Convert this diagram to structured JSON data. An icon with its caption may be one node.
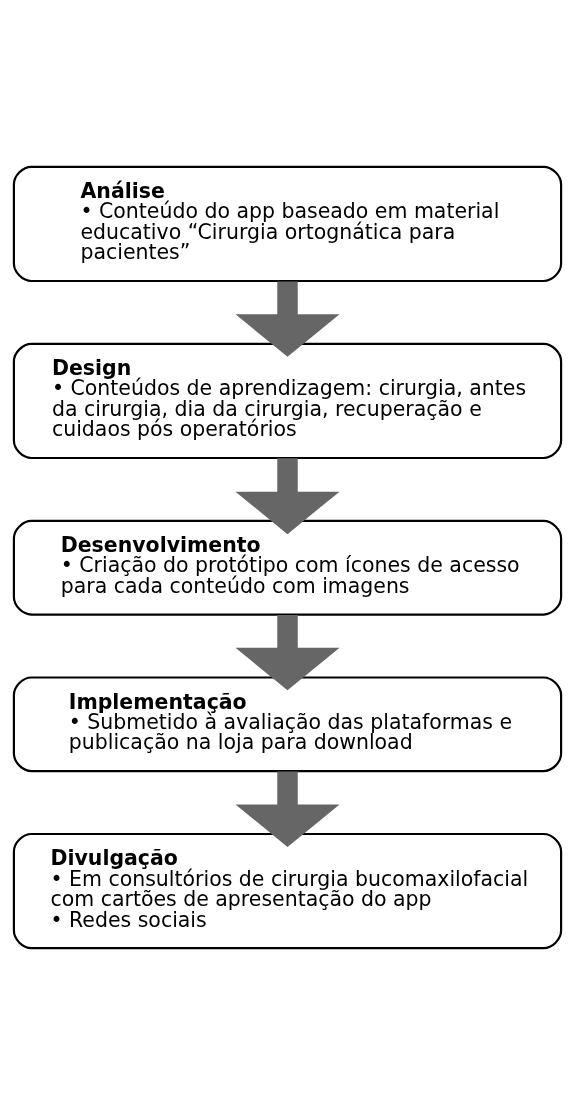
{
  "diagram": {
    "nodes": [
      {
        "text": [
          "Análise",
          "• Conteúdo do app baseado em material educativo “Cirurgia ortognática para pacientes”"
        ]
      },
      {
        "text": [
          "Design",
          "• Conteúdos de aprendizagem: cirurgia, antes da cirurgia, dia da cirurgia, recuperação e cuidaos pós operatórios"
        ]
      },
      {
        "text": [
          "Desenvolvimento",
          "• Criação do protótipo com ícones de acesso para cada conteúdo com imagens"
        ]
      },
      {
        "text": [
          "Implementação",
          "• Submetido à avaliação das plataformas e publicação na loja para download"
        ]
      },
      {
        "text": [
          "Divulgação",
          "• Em consultórios de cirurgia bucomaxilofacial com cartões de apresentação do app",
          "• Redes sociais"
        ]
      }
    ],
    "edges": [
      {
        "from": 0,
        "to": 1,
        "arrow": "to"
      },
      {
        "from": 1,
        "to": 2,
        "arrow": "to"
      },
      {
        "from": 2,
        "to": 3,
        "arrow": "to"
      },
      {
        "from": 3,
        "to": 4,
        "arrow": "to"
      }
    ]
  }
}
